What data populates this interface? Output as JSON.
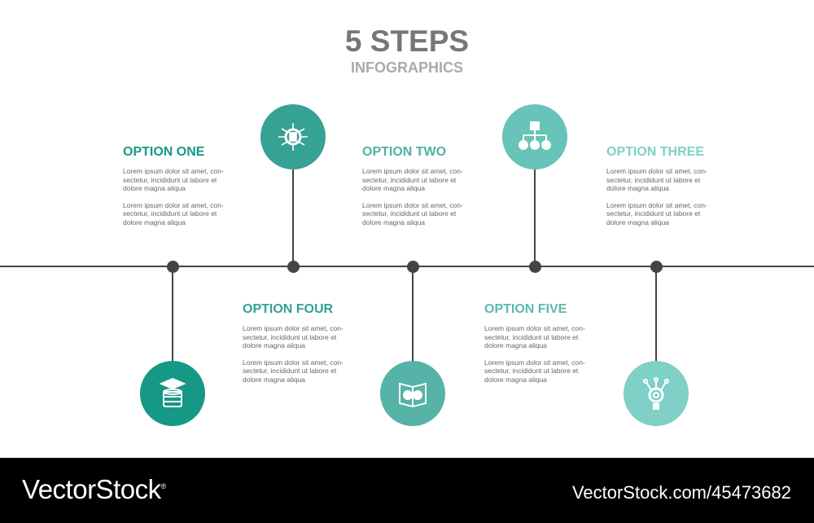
{
  "header": {
    "title": "5 STEPS",
    "subtitle": "INFOGRAPHICS"
  },
  "options": [
    {
      "title": "OPTION ONE",
      "color": "#169888",
      "p1": "Lorem ipsum dolor sit amet, con- sectetur, incididunt ut labore et dolore magna aliqua",
      "p2": "Lorem ipsum dolor sit amet, con- sectetur, incididunt ut labore et dolore magna aliqua"
    },
    {
      "title": "OPTION TWO",
      "color": "#4db1a5",
      "p1": "Lorem ipsum dolor sit amet, con- sectetur, incididunt ut labore et dolore magna aliqua",
      "p2": "Lorem ipsum dolor sit amet, con- sectetur, incididunt ut labore et dolore magna aliqua"
    },
    {
      "title": "OPTION THREE",
      "color": "#7ed0c6",
      "p1": "Lorem ipsum dolor sit amet, con- sectetur, incididunt ut labore et dolore magna aliqua",
      "p2": "Lorem ipsum dolor sit amet, con- sectetur, incididunt ut labore et dolore magna aliqua"
    },
    {
      "title": "OPTION FOUR",
      "color": "#32a293",
      "p1": "Lorem ipsum dolor sit amet, con- sectetur, incididunt ut labore et dolore magna aliqua",
      "p2": "Lorem ipsum dolor sit amet, con- sectetur, incididunt ut labore et dolore magna aliqua"
    },
    {
      "title": "OPTION FIVE",
      "color": "#5cb9ad",
      "p1": "Lorem ipsum dolor sit amet, con- sectetur, incididunt ut labore et dolore magna aliqua",
      "p2": "Lorem ipsum dolor sit amet, con- sectetur, incididunt ut labore et dolore magna aliqua"
    }
  ],
  "icons": [
    {
      "name": "graduation-database-icon",
      "color": "#159885"
    },
    {
      "name": "gear-network-icon",
      "color": "#36a294"
    },
    {
      "name": "book-brain-icon",
      "color": "#55b3a7"
    },
    {
      "name": "hierarchy-icon",
      "color": "#68c3b8"
    },
    {
      "name": "gear-circuit-icon",
      "color": "#7fd0c6"
    }
  ],
  "footer": {
    "brand": "VectorStock",
    "registered": "®",
    "url": "VectorStock.com/45473682"
  }
}
